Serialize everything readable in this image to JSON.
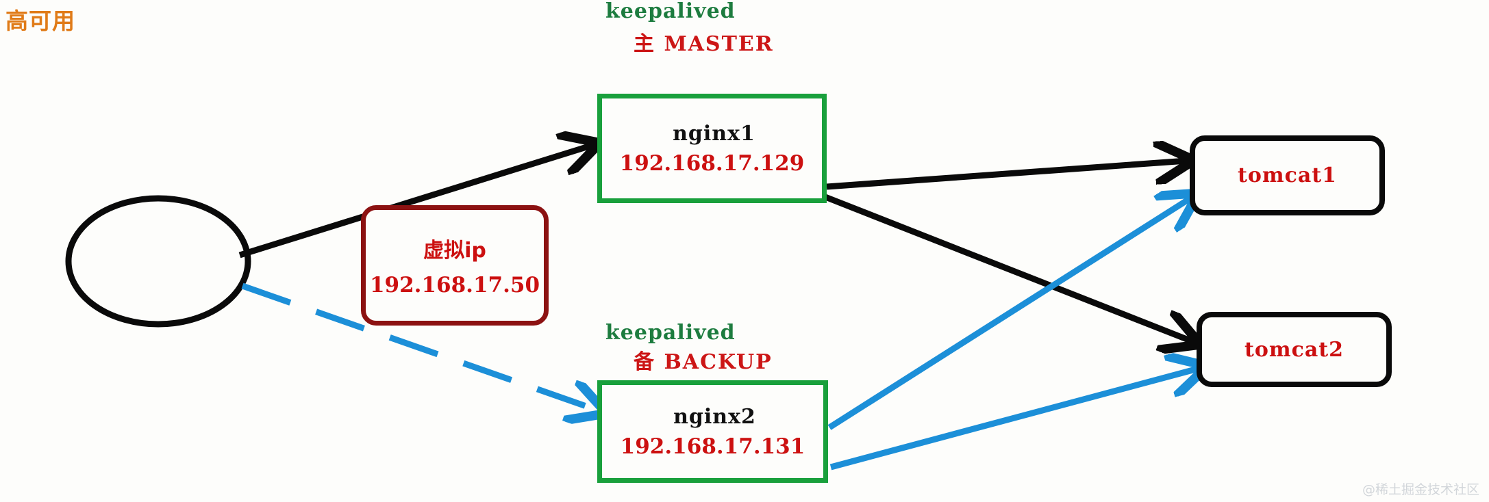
{
  "page": {
    "title": "高可用",
    "title_color": "#e07b18",
    "watermark": "@稀土掘金技术社区",
    "background": "#fdfdfb"
  },
  "palette": {
    "green": "#19a03c",
    "red": "#cc1010",
    "dark_red": "#8c1212",
    "black": "#0a0a0a",
    "blue": "#1c8fd8",
    "orange": "#e07b18"
  },
  "client": {
    "shape": "ellipse",
    "label": ""
  },
  "vip": {
    "title": "虚拟ip",
    "ip": "192.168.17.50"
  },
  "nginx1": {
    "service": "keepalived",
    "role": "主 MASTER",
    "name": "nginx1",
    "ip": "192.168.17.129"
  },
  "nginx2": {
    "service": "keepalived",
    "role": "备 BACKUP",
    "name": "nginx2",
    "ip": "192.168.17.131"
  },
  "tomcat1": {
    "name": "tomcat1"
  },
  "tomcat2": {
    "name": "tomcat2"
  },
  "connections": [
    {
      "from": "client",
      "to": "nginx1",
      "style": "solid",
      "color": "#0a0a0a"
    },
    {
      "from": "client",
      "to": "nginx2",
      "style": "dashed",
      "color": "#1c8fd8"
    },
    {
      "from": "nginx1",
      "to": "tomcat1",
      "style": "solid",
      "color": "#0a0a0a"
    },
    {
      "from": "nginx1",
      "to": "tomcat2",
      "style": "solid",
      "color": "#0a0a0a"
    },
    {
      "from": "nginx2",
      "to": "tomcat1",
      "style": "solid",
      "color": "#1c8fd8"
    },
    {
      "from": "nginx2",
      "to": "tomcat2",
      "style": "solid",
      "color": "#1c8fd8"
    }
  ]
}
